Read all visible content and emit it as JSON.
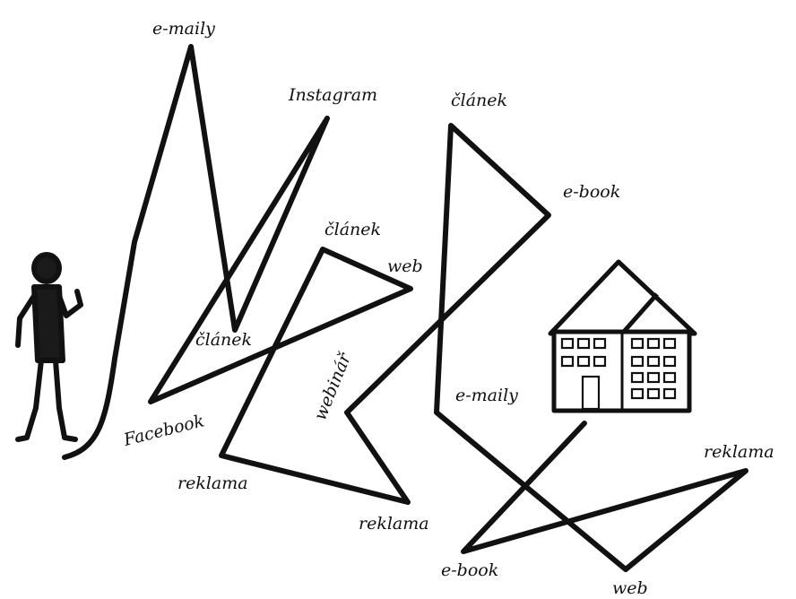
{
  "labels": {
    "emaily_top": "e-maily",
    "instagram": "Instagram",
    "clanek_top": "článek",
    "ebook_right": "e-book",
    "clanek_mid": "článek",
    "web_mid": "web",
    "clanek_low": "článek",
    "webinar": "webinář",
    "emaily_mid": "e-maily",
    "facebook": "Facebook",
    "reklama_left": "reklama",
    "reklama_mid": "reklama",
    "reklama_right": "reklama",
    "ebook_bottom": "e-book",
    "web_bottom": "web"
  }
}
